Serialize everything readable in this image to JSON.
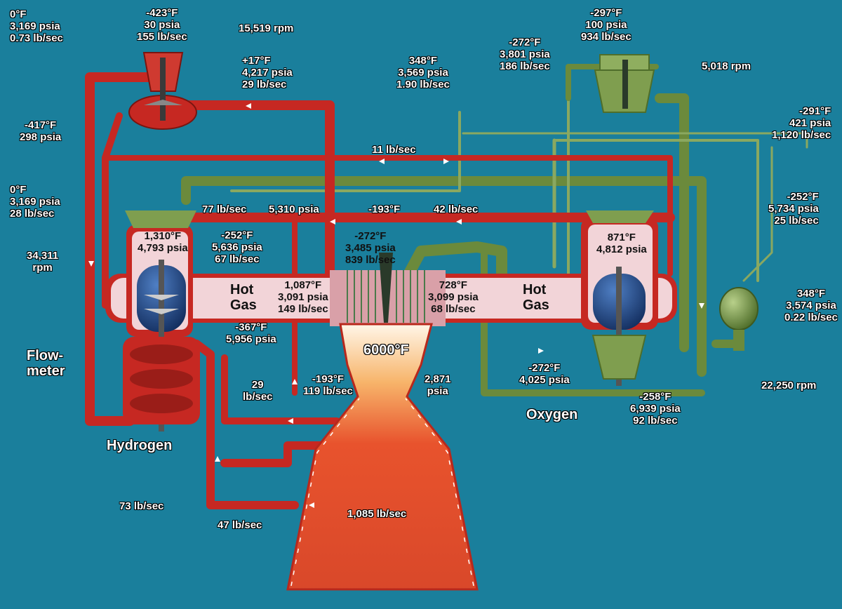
{
  "labels": {
    "h_inlet": [
      "0°F",
      "3,169 psia",
      "0.73 lb/sec"
    ],
    "h_boost_pump": [
      "-423°F",
      "30 psia",
      "155 lb/sec"
    ],
    "h_boost_rpm": "15,519 rpm",
    "h_boost_out": [
      "+17°F",
      "4,217 psia",
      "29 lb/sec"
    ],
    "h_line_a": [
      "-417°F",
      "298 psia"
    ],
    "h_line_b": [
      "0°F",
      "3,169 psia",
      "28 lb/sec"
    ],
    "o_boost_pump": [
      "-297°F",
      "100 psia",
      "934 lb/sec"
    ],
    "o_boost_out": [
      "-272°F",
      "3,801 psia",
      "186 lb/sec"
    ],
    "o_boost_rpm": "5,018 rpm",
    "o_preburner_feed": [
      "348°F",
      "3,569 psia",
      "1.90 lb/sec"
    ],
    "o_line_a": [
      "-291°F",
      "421 psia",
      "1,120 lb/sec"
    ],
    "flow_11": "11 lb/sec",
    "flow_77": "77 lb/sec",
    "psia_5310": "5,310 psia",
    "temp_193": "-193°F",
    "flow_42": "42 lb/sec",
    "o_pb_inlet": [
      "-252°F",
      "5,734 psia",
      "25 lb/sec"
    ],
    "fuel_preburner": [
      "1,310°F",
      "4,793 psia"
    ],
    "fuel_pb_inlet": [
      "-252°F",
      "5,636 psia",
      "67 lb/sec"
    ],
    "main_ox_inlet": [
      "-272°F",
      "3,485 psia",
      "839 lb/sec"
    ],
    "ox_preburner": [
      "871°F",
      "4,812 psia"
    ],
    "h_pump_rpm": [
      "34,311",
      "rpm"
    ],
    "hot_gas_left": [
      "Hot",
      "Gas"
    ],
    "hot_gas_right": [
      "Hot",
      "Gas"
    ],
    "fuel_turbine_out": [
      "1,087°F",
      "3,091 psia",
      "149 lb/sec"
    ],
    "ox_turbine_out": [
      "728°F",
      "3,099 psia",
      "68 lb/sec"
    ],
    "o_heat_exchanger": [
      "348°F",
      "3,574 psia",
      "0.22 lb/sec"
    ],
    "flowmeter": [
      "Flow-",
      "meter"
    ],
    "h_pump_out": [
      "-367°F",
      "5,956 psia"
    ],
    "chamber_temp": "6000°F",
    "flow_29": [
      "29",
      "lb/sec"
    ],
    "h_nozzle_feed": [
      "-193°F",
      "119 lb/sec"
    ],
    "chamber_psia": [
      "2,871",
      "psia"
    ],
    "o_pump_out": [
      "-272°F",
      "4,025 psia"
    ],
    "o_pump_rpm": "22,250 rpm",
    "oxygen": "Oxygen",
    "o_pump_discharge": [
      "-258°F",
      "6,939 psia",
      "92 lb/sec"
    ],
    "hydrogen": "Hydrogen",
    "flow_73": "73 lb/sec",
    "flow_47": "47 lb/sec",
    "total_flow": "1,085 lb/sec"
  },
  "colors": {
    "background": "#1a7f9c",
    "hydrogen_pipe": "#c62822",
    "oxygen_pipe": "#6b8a3c",
    "hot_gas": "#f2d4d8",
    "nozzle": "#e0472a",
    "turbopump": "#1f3f7a"
  }
}
